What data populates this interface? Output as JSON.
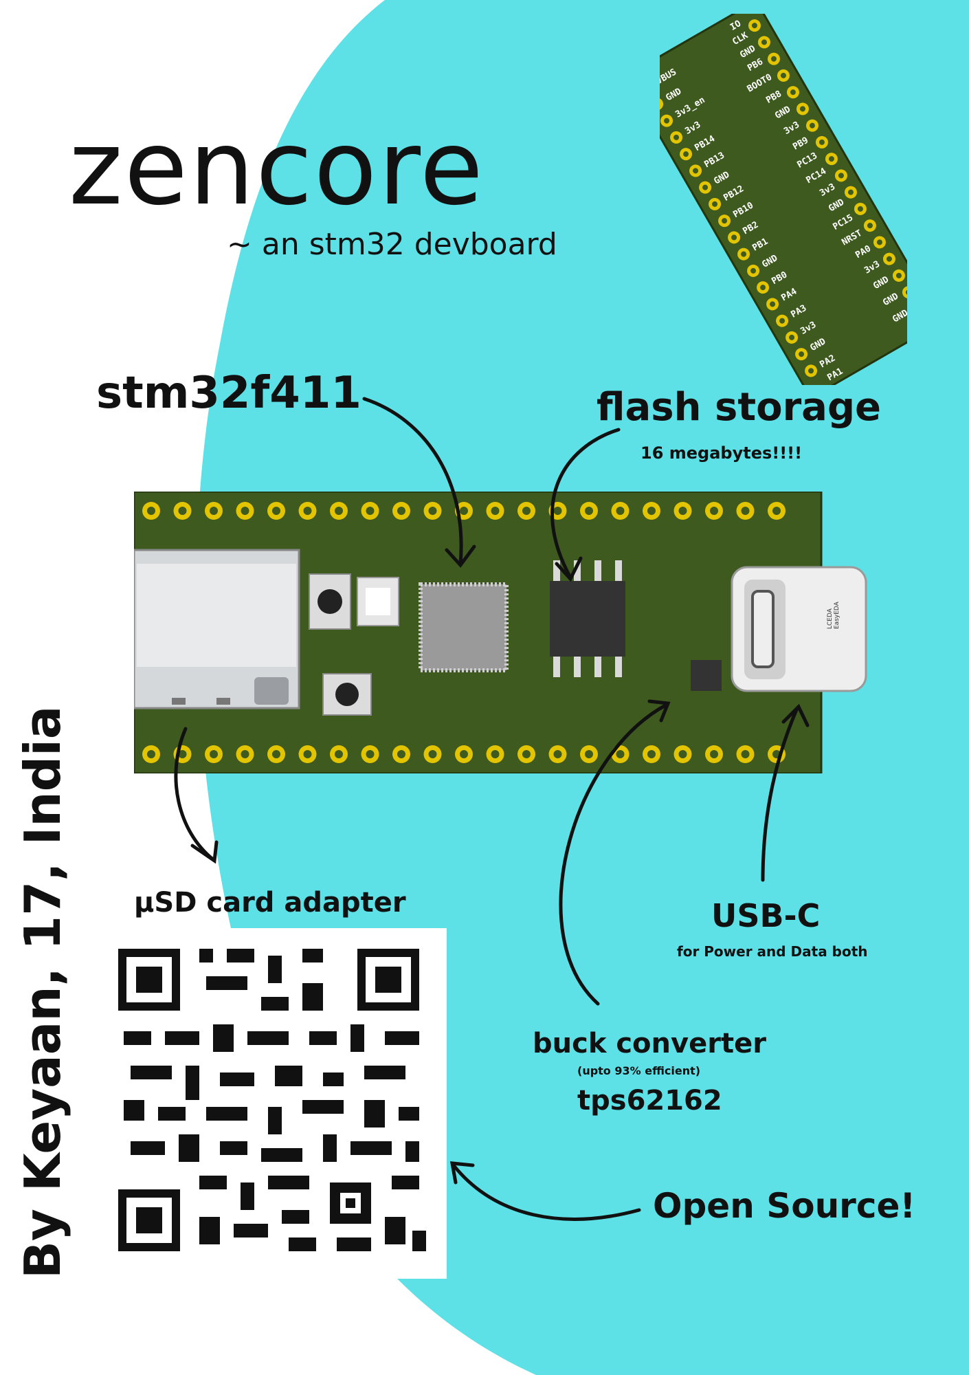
{
  "poster": {
    "title": "zencore",
    "subtitle": "~ an stm32 devboard",
    "labels": {
      "mcu": "stm32f411",
      "flash": "flash storage",
      "flash_note": "16 megabytes!!!!",
      "sd": "µSD card adapter",
      "usb": "USB-C",
      "usb_note": "for Power and Data both",
      "buck": "buck converter",
      "buck_note": "(upto 93% efficient)",
      "buck_part": "tps62162",
      "open_source": "Open Source!"
    },
    "author": "By Keyaan, 17, India",
    "pinout_labels_left": [
      "VBUS",
      "GND",
      "3v3_en",
      "3v3",
      "PB14",
      "PB13",
      "GND",
      "PB12",
      "PB10",
      "PB2",
      "PB1",
      "GND",
      "PB0",
      "PA4",
      "PA3",
      "3v3",
      "GND",
      "PA2",
      "PA1"
    ],
    "pinout_labels_right": [
      "IO",
      "CLK",
      "GND",
      "PB6",
      "BOOT0",
      "PB8",
      "GND",
      "3v3",
      "PB9",
      "PC13",
      "PC14",
      "3v3",
      "GND",
      "PC15",
      "NRST",
      "PA0",
      "3v3",
      "GND",
      "GND",
      "GND"
    ],
    "usb_silk": [
      "LCEDA",
      "EasyEDA"
    ]
  },
  "colors": {
    "accent": "#5de0e6",
    "pcb": "#3e5a1f",
    "ink": "#111111"
  }
}
